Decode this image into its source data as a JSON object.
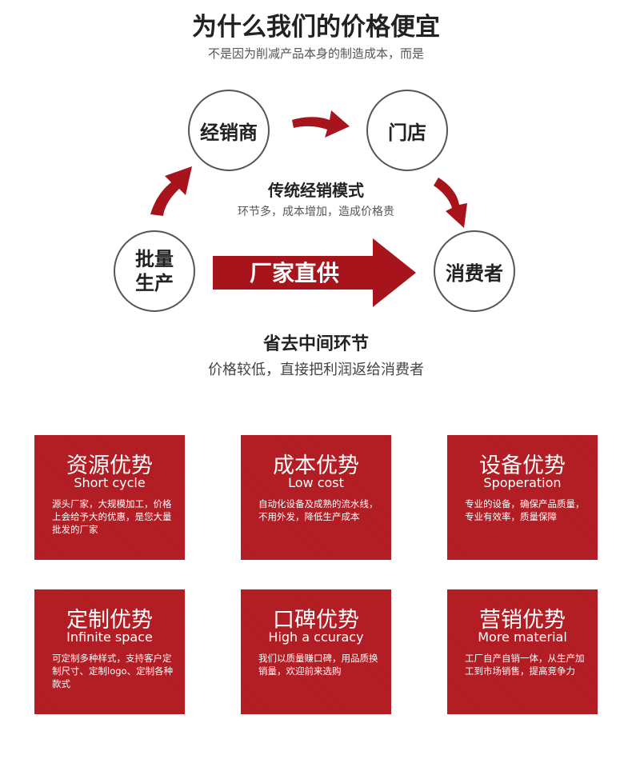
{
  "header": {
    "title": "为什么我们的价格便宜",
    "subtitle": "不是因为削减产品本身的制造成本，而是"
  },
  "diagram": {
    "dealer": "经销商",
    "store": "门店",
    "mass_line1": "批量",
    "mass_line2": "生产",
    "consumer": "消费者",
    "traditional_title": "传统经销模式",
    "traditional_sub": "环节多，成本增加，造成价格贵",
    "direct_label": "厂家直供",
    "save_title": "省去中间环节",
    "save_sub": "价格较低，直接把利润返给消费者",
    "arrow_color": "#a8141c"
  },
  "cards": [
    {
      "title": "资源优势",
      "en": "Short cycle",
      "desc": "源头厂家，大规模加工，价格上会给予大的优惠，是您大量批发的厂家"
    },
    {
      "title": "成本优势",
      "en": "Low cost",
      "desc": "自动化设备及成熟的流水线，不用外发，降低生产成本"
    },
    {
      "title": "设备优势",
      "en": "Spoperation",
      "desc": "专业的设备，确保产品质量，专业有效率，质量保障"
    },
    {
      "title": "定制优势",
      "en": "Infinite space",
      "desc": "可定制多种样式，支持客户定制尺寸、定制logo、定制各种款式"
    },
    {
      "title": "口碑优势",
      "en": "High a ccuracy",
      "desc": "我们以质量赚口碑，用品质换销量，欢迎前来选购"
    },
    {
      "title": "营销优势",
      "en": "More material",
      "desc": "工厂自产自销一体，从生产加工到市场销售，提高竞争力"
    }
  ],
  "colors": {
    "card_bg": "#b41e24"
  }
}
